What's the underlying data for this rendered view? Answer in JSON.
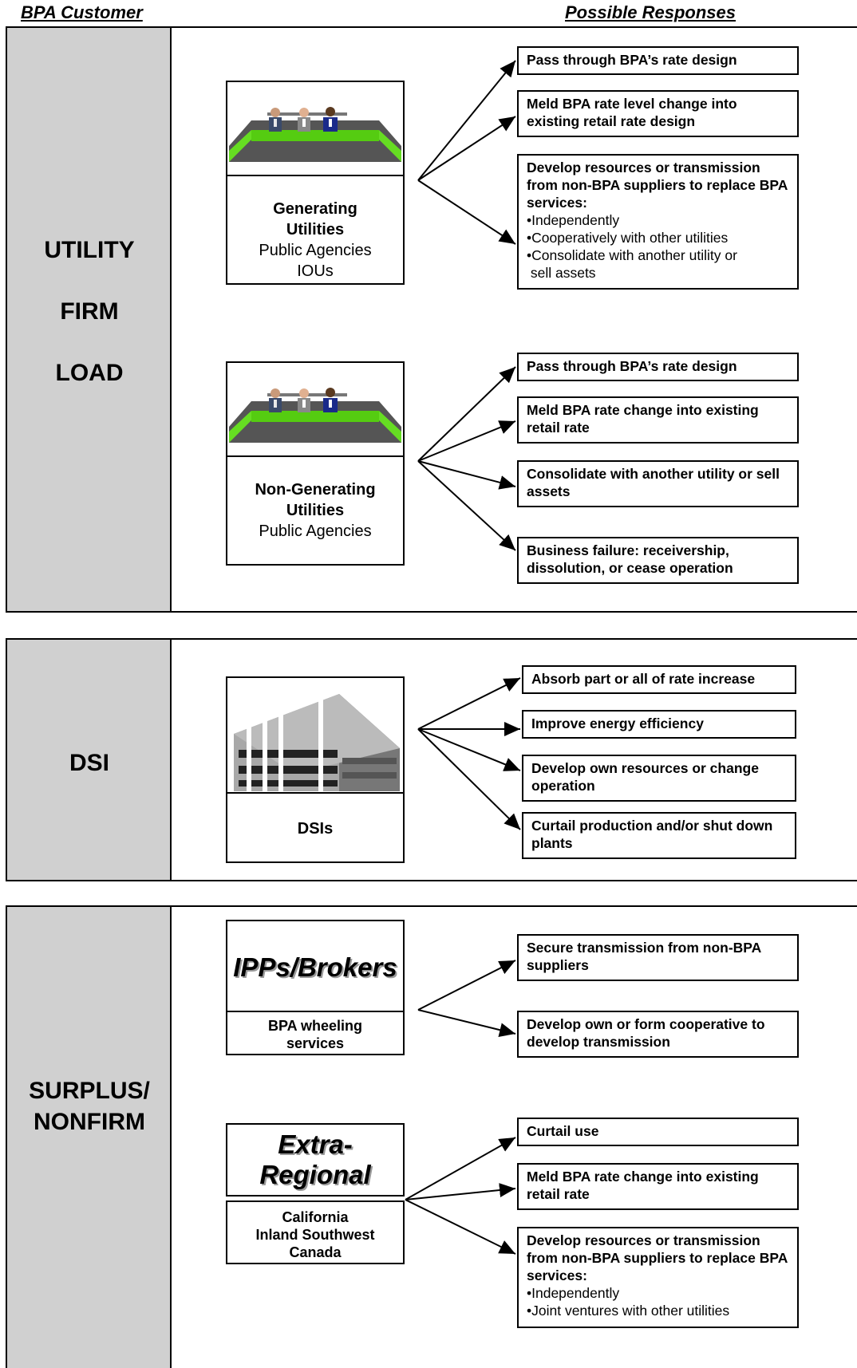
{
  "headers": {
    "customer": "BPA Customer",
    "responses": "Possible Responses"
  },
  "sections": {
    "utility": {
      "label_1": "UTILITY",
      "label_2": "FIRM",
      "label_3": "LOAD"
    },
    "dsi": {
      "label": "DSI"
    },
    "surplus": {
      "label_1": "SURPLUS/",
      "label_2": "NONFIRM"
    }
  },
  "customers": {
    "generating": {
      "title_1": "Generating",
      "title_2": "Utilities",
      "sub_1": "Public Agencies",
      "sub_2": "IOUs"
    },
    "nongenerating": {
      "title_1": "Non-Generating",
      "title_2": "Utilities",
      "sub_1": "Public Agencies"
    },
    "dsis": {
      "title": "DSIs"
    },
    "ipps": {
      "title": "IPPs/Brokers",
      "sub_1": "BPA wheeling",
      "sub_2": "services"
    },
    "extra": {
      "title_1": "Extra-",
      "title_2": "Regional",
      "sub_1": "California",
      "sub_2": "Inland Southwest",
      "sub_3": "Canada"
    }
  },
  "responses": {
    "gen": [
      "Pass  through BPA’s rate  design",
      "Meld BPA rate level change into existing retail rate design",
      "Develop resources or transmission from non-BPA suppliers to replace BPA services:"
    ],
    "gen_bullets": [
      "•Independently",
      "•Cooperatively with other utilities",
      "•Consolidate with another utility or",
      " sell assets"
    ],
    "nongen": [
      "Pass  through BPA’s rate  design",
      "Meld BPA rate change into existing retail rate",
      "Consolidate with another utility or sell assets",
      "Business failure: receivership, dissolution, or cease operation"
    ],
    "dsi": [
      "Absorb part or all of rate increase",
      "Improve energy efficiency",
      "Develop own resources  or change operation",
      "Curtail production and/or shut down plants"
    ],
    "ipp": [
      "Secure transmission from non-BPA suppliers",
      "Develop own or form cooperative to develop  transmission"
    ],
    "extra": [
      "Curtail use",
      "Meld BPA rate change into existing retail rate",
      "Develop resources or transmission from non-BPA suppliers to replace BPA services:"
    ],
    "extra_bullets": [
      "•Independently",
      "•Joint ventures  with other utilities"
    ]
  },
  "colors": {
    "side_panel": "#d0d0d0",
    "desk_green": "#66dd22",
    "building_gray": "#a8a8a8"
  },
  "icons": {
    "people": "people-at-desk-icon",
    "building": "office-building-icon"
  }
}
